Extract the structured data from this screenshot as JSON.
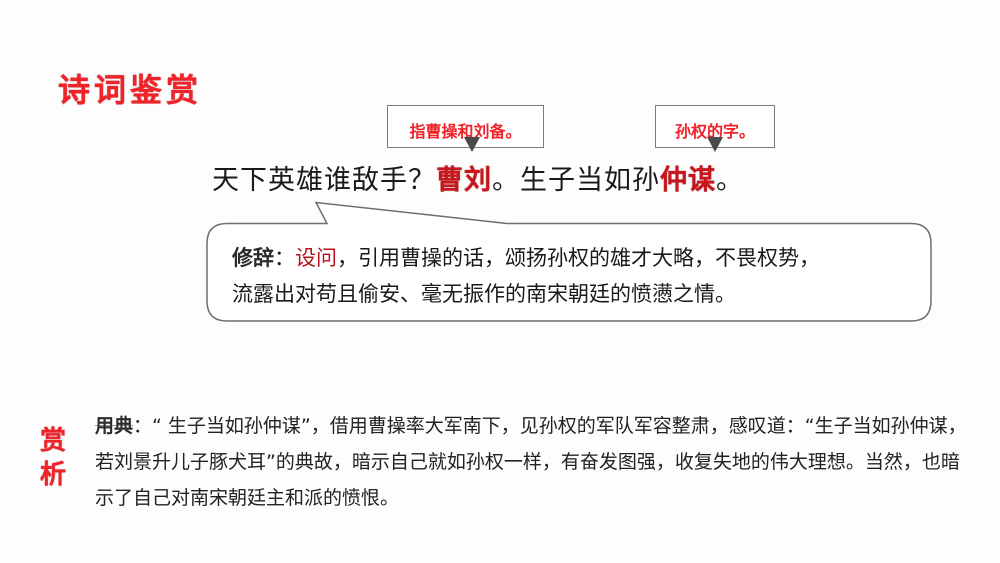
{
  "slide": {
    "title": "诗词鉴赏",
    "background_color": "#fdfdfd",
    "accent_color": "#f0232a",
    "highlight_color": "#c8161d"
  },
  "annotations": [
    {
      "text": "指曹操和刘备。",
      "points_to": "曹刘"
    },
    {
      "text": "孙权的字。",
      "points_to": "仲谋"
    }
  ],
  "poem_line": {
    "part1": "天下英雄谁敌手？",
    "highlight1": "曹刘",
    "part2": "。生子当如孙",
    "highlight2": "仲谋",
    "part3": "。"
  },
  "rhetoric_bubble": {
    "label": "修辞",
    "colon": "：",
    "term": "设问",
    "text_line1": "，引用曹操的话，颂扬孙权的雄才大略，不畏权势，",
    "text_line2": "流露出对苟且偷安、毫无振作的南宋朝廷的愤懑之情。"
  },
  "analysis": {
    "side_label_1": "赏",
    "side_label_2": "析",
    "label": "用典",
    "body": "：“ 生子当如孙仲谋”，借用曹操率大军南下，见孙权的军队军容整肃，感叹道：“生子当如孙仲谋，若刘景升儿子豚犬耳”的典故，暗示自己就如孙权一样，有奋发图强，收复失地的伟大理想。当然，也暗示了自己对南宋朝廷主和派的愤恨。"
  }
}
